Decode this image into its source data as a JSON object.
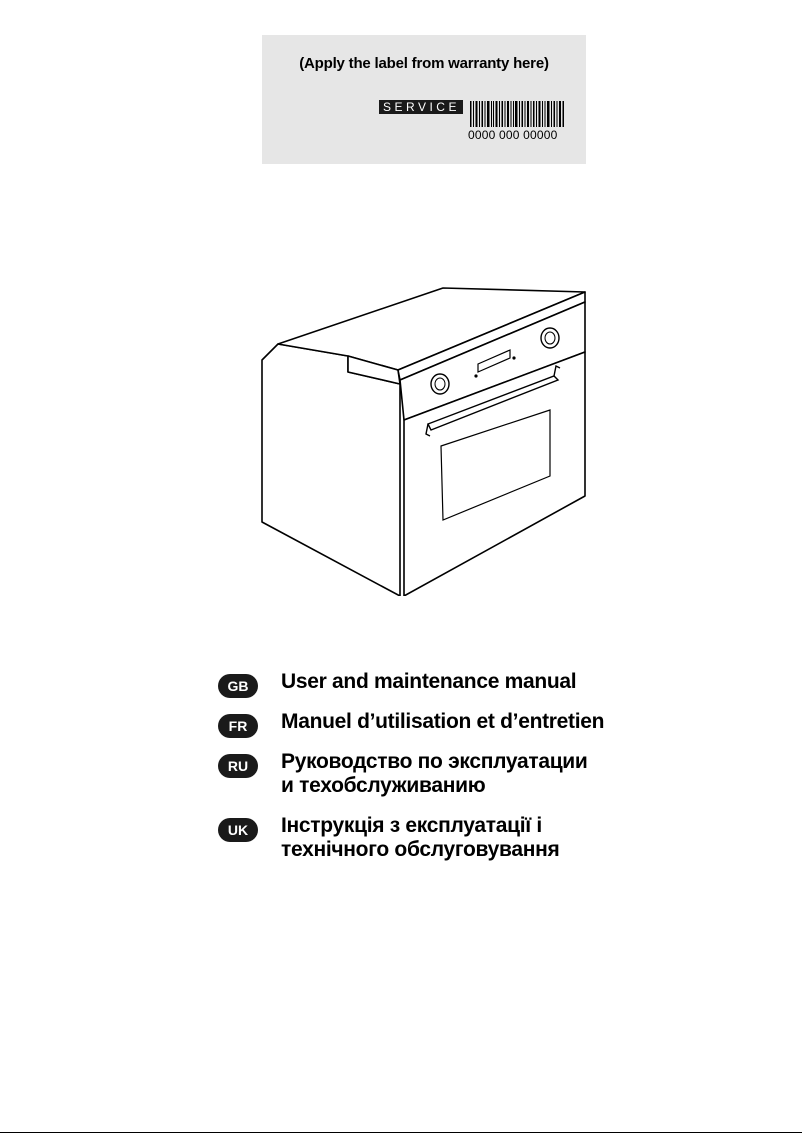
{
  "warranty_label": {
    "instruction": "(Apply the label from warranty here)",
    "service_text": "SERVICE",
    "barcode_number": "0000 000 00000"
  },
  "manuals": [
    {
      "code": "GB",
      "lines": [
        "User and maintenance manual"
      ]
    },
    {
      "code": "FR",
      "lines": [
        "Manuel d’utilisation et d’entretien"
      ]
    },
    {
      "code": "RU",
      "lines": [
        "Руководство по эксплуатации",
        "и техобслуживанию"
      ]
    },
    {
      "code": "UK",
      "lines": [
        "Інструкція з експлуатації і",
        "технічного обслуговування"
      ]
    }
  ]
}
